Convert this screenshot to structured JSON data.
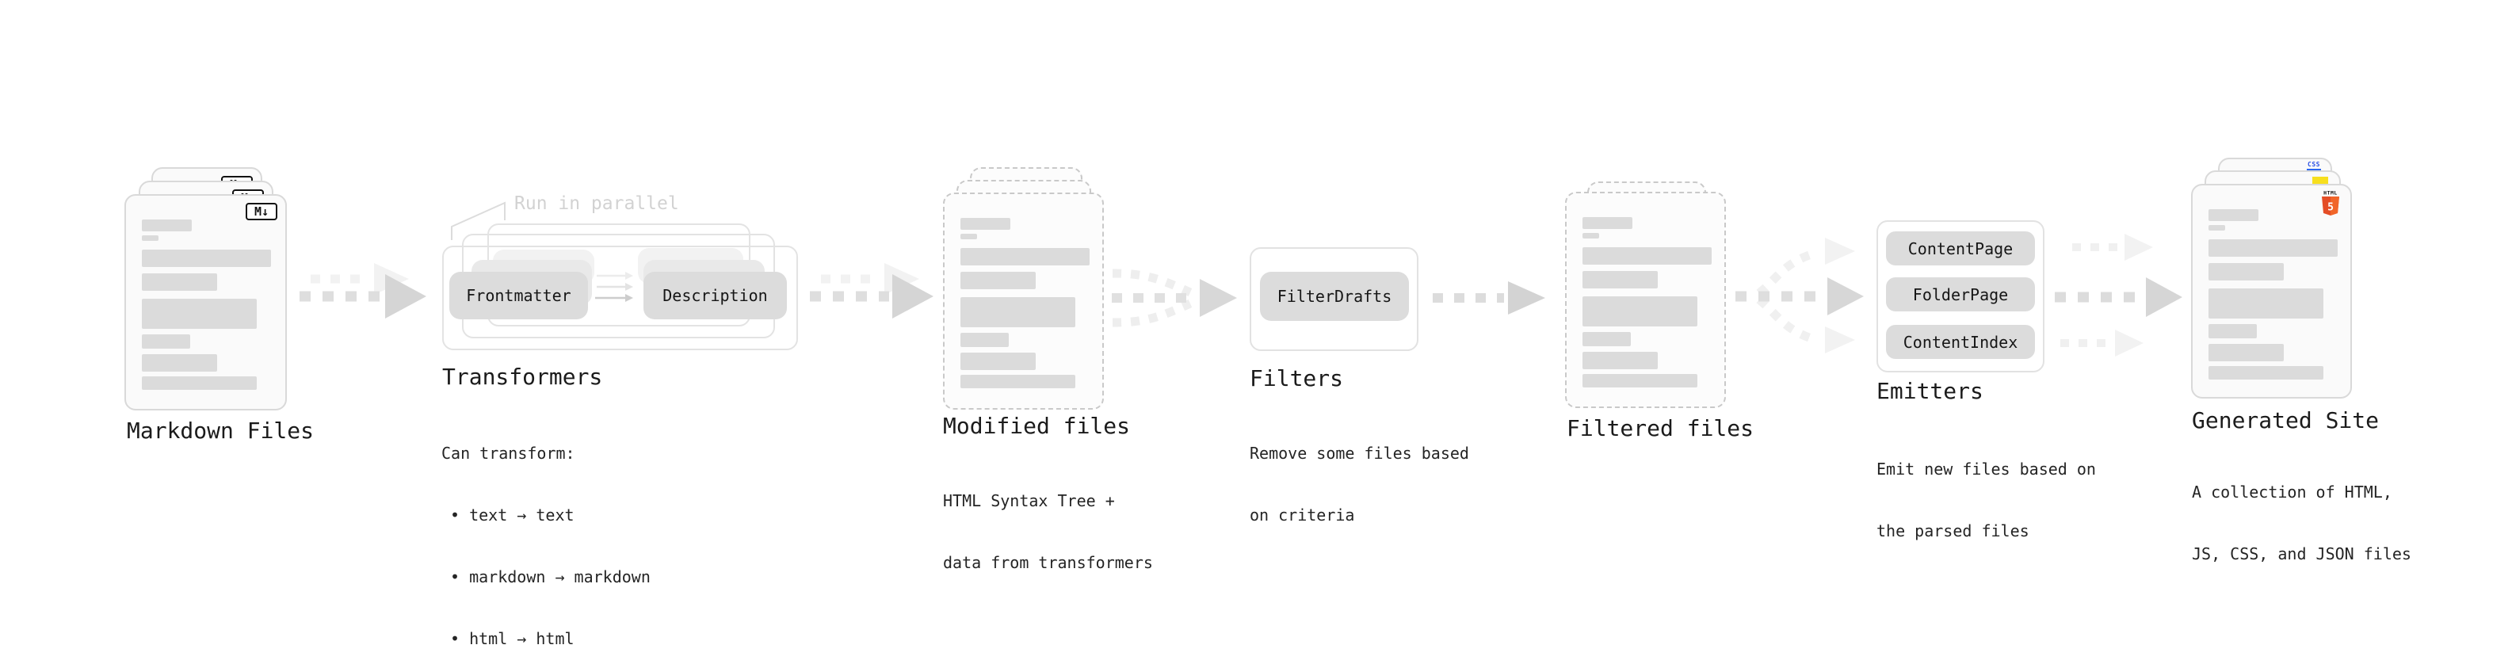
{
  "stages": {
    "markdown": {
      "label": "Markdown Files",
      "icon": "M↓"
    },
    "transformers": {
      "label": "Transformers",
      "note": "Run in parallel",
      "pills": [
        "Frontmatter",
        "Description"
      ],
      "desc_title": "Can transform:",
      "bullets": [
        "• text → text",
        "• markdown → markdown",
        "• html → html"
      ]
    },
    "modified": {
      "label": "Modified files",
      "desc": [
        "HTML Syntax Tree +",
        "data from transformers"
      ]
    },
    "filters": {
      "label": "Filters",
      "pills": [
        "FilterDrafts"
      ],
      "desc": [
        "Remove some files based",
        "on criteria"
      ]
    },
    "filtered": {
      "label": "Filtered files"
    },
    "emitters": {
      "label": "Emitters",
      "pills": [
        "ContentPage",
        "FolderPage",
        "ContentIndex"
      ],
      "desc": [
        "Emit new files based on",
        "the parsed files"
      ]
    },
    "generated": {
      "label": "Generated Site",
      "desc": [
        "A collection of HTML,",
        "JS, CSS, and JSON files"
      ],
      "badges": {
        "css": "CSS",
        "html_caption": "HTML",
        "html_number": "5"
      }
    }
  },
  "colors": {
    "html5_orange": "#e44d26",
    "html5_orange_light": "#f16529",
    "js_yellow": "#f7df1e",
    "css_blue": "#2965f1",
    "arrow_gray": "#dedede",
    "arrow_ghost": "#f2f2f2",
    "note_gray": "#d2d2d2"
  }
}
